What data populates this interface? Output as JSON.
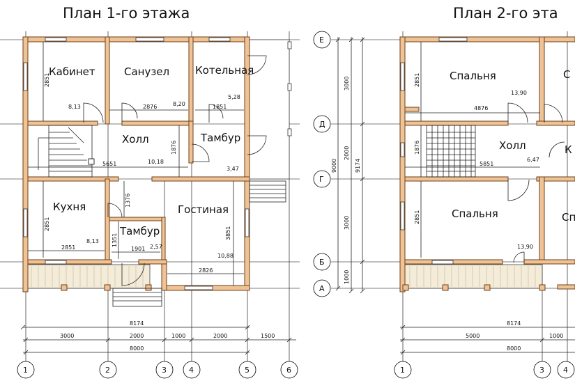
{
  "plan1": {
    "title": "План 1-го этажа",
    "rooms": {
      "kabinet": "Кабинет",
      "sanuzel": "Санузел",
      "kotelnaya": "Котельная",
      "holl": "Холл",
      "tambur1": "Тамбур",
      "kuhnya": "Кухня",
      "tambur2": "Тамбур",
      "gostinaya": "Гостиная"
    },
    "dims": {
      "d2851a": "2851",
      "d813a": "8,13",
      "d2876": "2876",
      "d820": "8,20",
      "d1851": "1851",
      "d528": "5,28",
      "d5651": "5651",
      "d1018": "10,18",
      "d1876": "1876",
      "d347": "3,47",
      "d1376": "1376",
      "d2851b": "2851",
      "d2851c": "2851",
      "d813b": "8,13",
      "d1351": "1351",
      "d1901": "1901",
      "d257": "2,57",
      "d3851": "3851",
      "d1088": "10,88",
      "d2826": "2826",
      "d8174": "8174",
      "d3000": "3000",
      "d2000a": "2000",
      "d1000": "1000",
      "d2000b": "2000",
      "d1500": "1500",
      "d8000": "8000"
    },
    "axes": [
      "1",
      "2",
      "3",
      "4",
      "5",
      "6"
    ]
  },
  "plan2": {
    "title": "План 2-го эта",
    "rooms": {
      "spalnya1": "Спальня",
      "room_c": "С",
      "holl": "Холл",
      "room_k": "К",
      "spalnya2": "Спальня",
      "room_cp": "Сп"
    },
    "dims": {
      "d3000a": "3000",
      "d2851a": "2851",
      "d1390a": "13,90",
      "d4876": "4876",
      "d9000": "9000",
      "d9174": "9174",
      "d2000": "2000",
      "d1876": "1876",
      "d5851": "5851",
      "d647": "6,47",
      "d3000b": "3000",
      "d2851b": "2851",
      "d1390b": "13,90",
      "d1000v": "1000",
      "d8174": "8174",
      "d5000": "5000",
      "d1000": "1000",
      "d8000": "8000"
    },
    "axes": [
      "1",
      "3",
      "4"
    ],
    "row_axes": [
      "Е",
      "Д",
      "Г",
      "Б",
      "А"
    ]
  }
}
